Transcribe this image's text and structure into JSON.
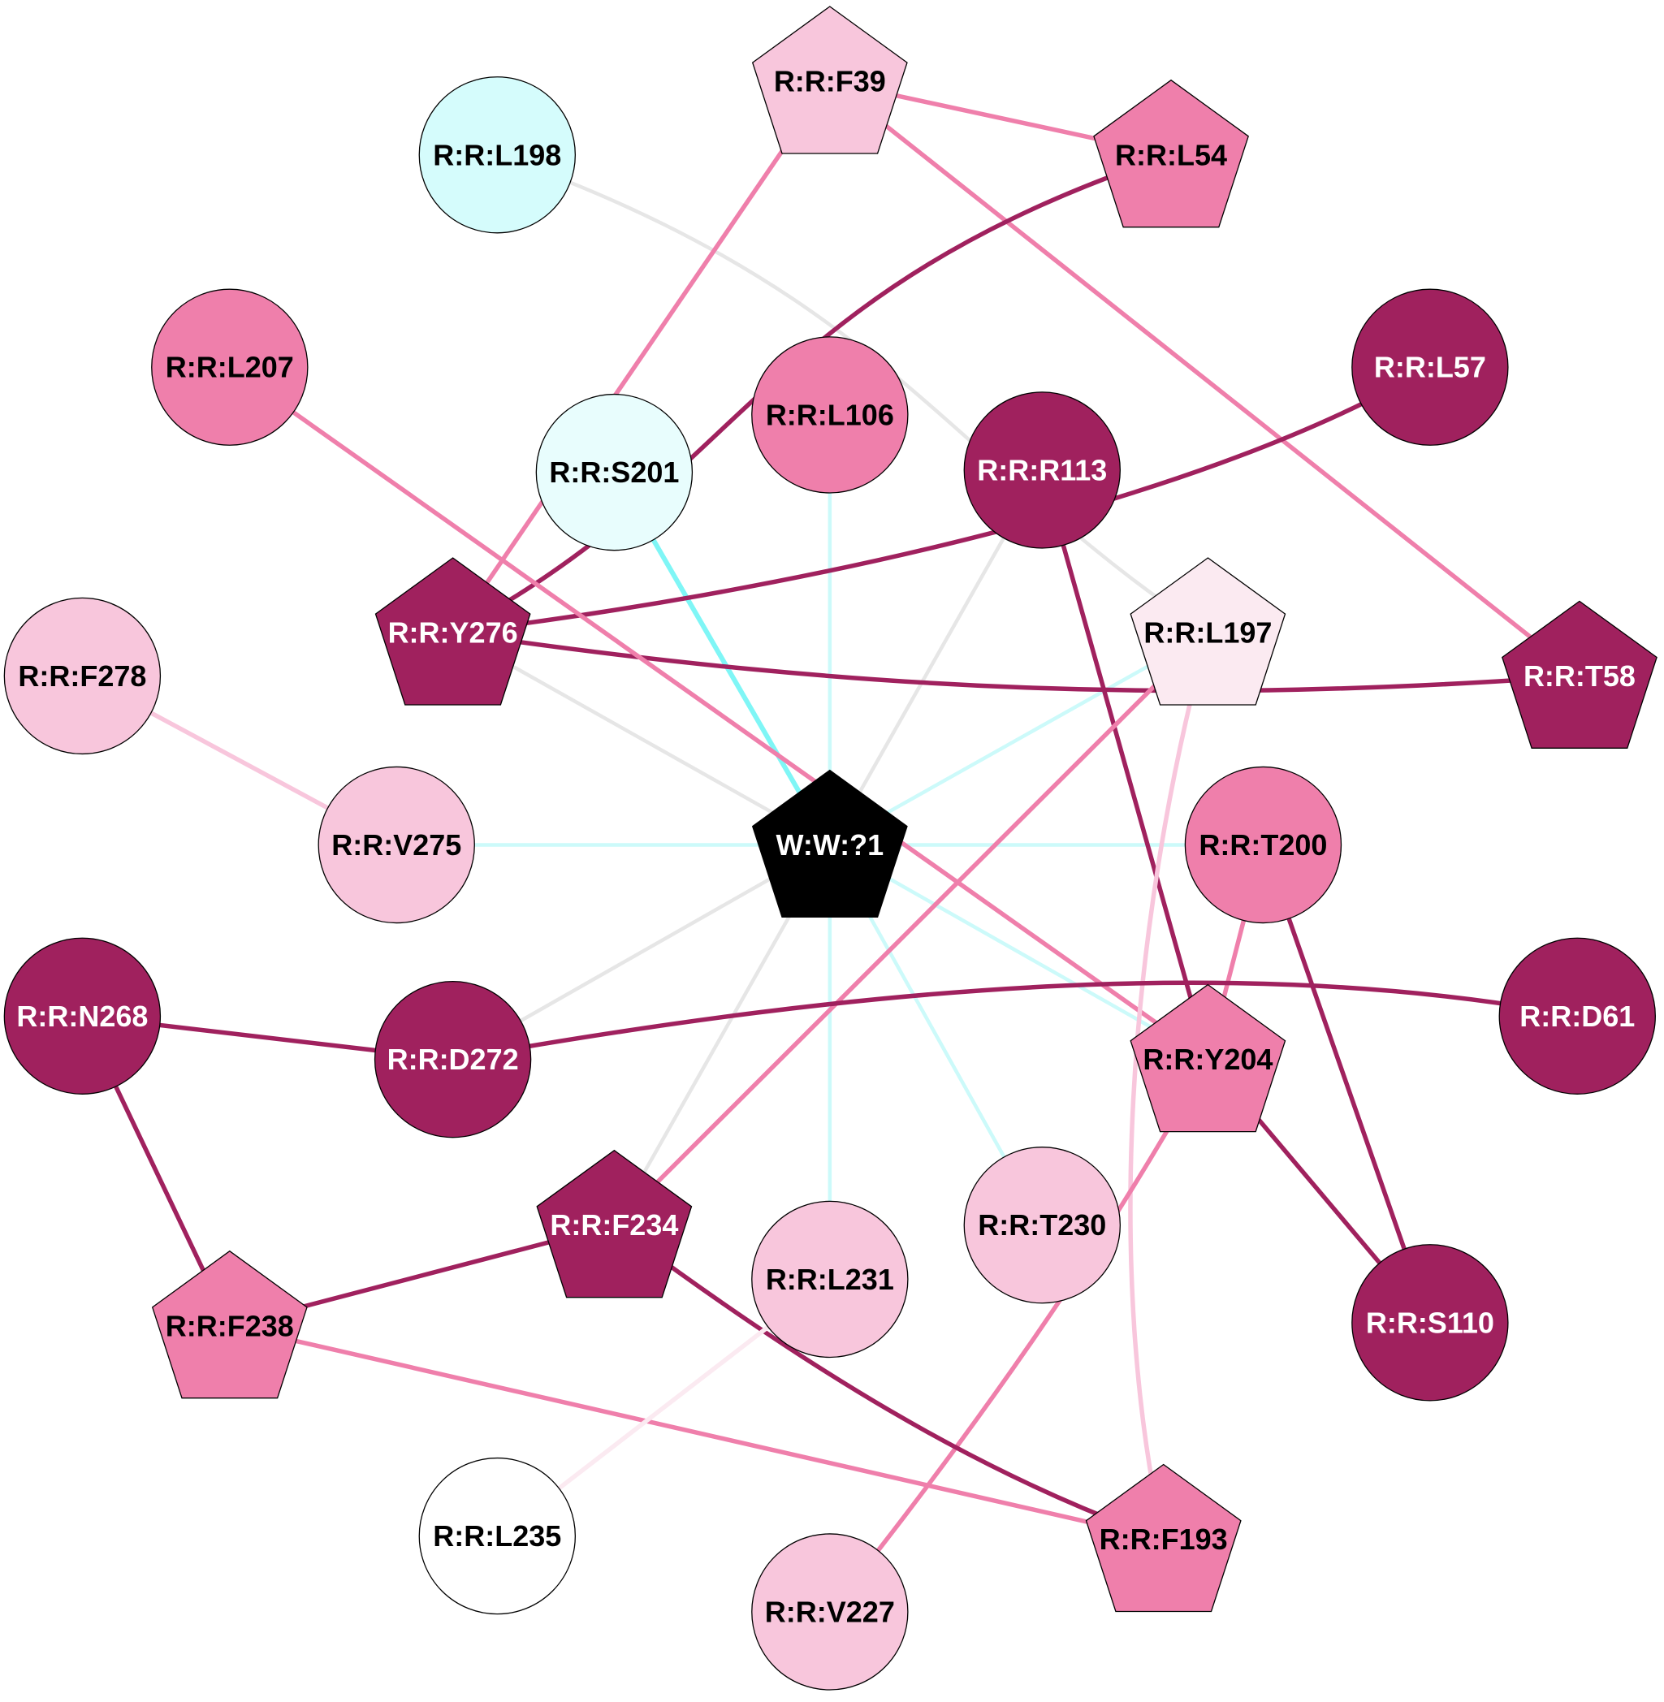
{
  "colors": {
    "dark": "#a0215e",
    "medium": "#ef7fab",
    "light": "#f8c6dc",
    "pale": "#fbeaf1",
    "white": "#ffffff",
    "cyan": "#d5fcfc",
    "cyan_light": "#e8fdfd",
    "black": "#000000",
    "edge_gray": "#e6e6e6",
    "edge_cyan": "#7ff6f6",
    "edge_cyan_light": "#ccfafa"
  },
  "nodes": [
    {
      "id": "W1",
      "label": "W:W:?1",
      "shape": "pentagon",
      "color": "black"
    },
    {
      "id": "F39",
      "label": "R:R:F39",
      "shape": "pentagon",
      "color": "light"
    },
    {
      "id": "L54",
      "label": "R:R:L54",
      "shape": "pentagon",
      "color": "medium"
    },
    {
      "id": "L198",
      "label": "R:R:L198",
      "shape": "circle",
      "color": "cyan"
    },
    {
      "id": "L207",
      "label": "R:R:L207",
      "shape": "circle",
      "color": "medium"
    },
    {
      "id": "L57",
      "label": "R:R:L57",
      "shape": "circle",
      "color": "dark"
    },
    {
      "id": "S201",
      "label": "R:R:S201",
      "shape": "circle",
      "color": "cyan_light"
    },
    {
      "id": "L106",
      "label": "R:R:L106",
      "shape": "circle",
      "color": "medium"
    },
    {
      "id": "R113",
      "label": "R:R:R113",
      "shape": "circle",
      "color": "dark"
    },
    {
      "id": "Y276",
      "label": "R:R:Y276",
      "shape": "pentagon",
      "color": "dark"
    },
    {
      "id": "L197",
      "label": "R:R:L197",
      "shape": "pentagon",
      "color": "pale"
    },
    {
      "id": "T58",
      "label": "R:R:T58",
      "shape": "pentagon",
      "color": "dark"
    },
    {
      "id": "F278",
      "label": "R:R:F278",
      "shape": "circle",
      "color": "light"
    },
    {
      "id": "V275",
      "label": "R:R:V275",
      "shape": "circle",
      "color": "light"
    },
    {
      "id": "T200",
      "label": "R:R:T200",
      "shape": "circle",
      "color": "medium"
    },
    {
      "id": "N268",
      "label": "R:R:N268",
      "shape": "circle",
      "color": "dark"
    },
    {
      "id": "D272",
      "label": "R:R:D272",
      "shape": "circle",
      "color": "dark"
    },
    {
      "id": "Y204",
      "label": "R:R:Y204",
      "shape": "pentagon",
      "color": "medium"
    },
    {
      "id": "D61",
      "label": "R:R:D61",
      "shape": "circle",
      "color": "dark"
    },
    {
      "id": "F234",
      "label": "R:R:F234",
      "shape": "pentagon",
      "color": "dark"
    },
    {
      "id": "T230",
      "label": "R:R:T230",
      "shape": "circle",
      "color": "light"
    },
    {
      "id": "L231",
      "label": "R:R:L231",
      "shape": "circle",
      "color": "light"
    },
    {
      "id": "S110",
      "label": "R:R:S110",
      "shape": "circle",
      "color": "dark"
    },
    {
      "id": "F238",
      "label": "R:R:F238",
      "shape": "pentagon",
      "color": "medium"
    },
    {
      "id": "L235",
      "label": "R:R:L235",
      "shape": "circle",
      "color": "white"
    },
    {
      "id": "F193",
      "label": "R:R:F193",
      "shape": "pentagon",
      "color": "medium"
    },
    {
      "id": "V227",
      "label": "R:R:V227",
      "shape": "circle",
      "color": "light"
    }
  ],
  "edges": [
    {
      "source": "W1",
      "target": "S201",
      "color": "edge_cyan"
    },
    {
      "source": "W1",
      "target": "L106",
      "color": "edge_cyan_light"
    },
    {
      "source": "W1",
      "target": "L197",
      "color": "edge_cyan_light"
    },
    {
      "source": "W1",
      "target": "T200",
      "color": "edge_cyan_light"
    },
    {
      "source": "W1",
      "target": "Y204",
      "color": "edge_cyan_light"
    },
    {
      "source": "W1",
      "target": "T230",
      "color": "edge_cyan_light"
    },
    {
      "source": "W1",
      "target": "L231",
      "color": "edge_cyan_light"
    },
    {
      "source": "W1",
      "target": "V275",
      "color": "edge_cyan_light"
    },
    {
      "source": "W1",
      "target": "Y276",
      "color": "edge_gray"
    },
    {
      "source": "W1",
      "target": "R113",
      "color": "edge_gray"
    },
    {
      "source": "W1",
      "target": "D272",
      "color": "edge_gray"
    },
    {
      "source": "W1",
      "target": "F234",
      "color": "edge_gray"
    },
    {
      "source": "L198",
      "target": "L197",
      "color": "edge_gray"
    },
    {
      "source": "F39",
      "target": "L54",
      "color": "medium"
    },
    {
      "source": "F39",
      "target": "Y276",
      "color": "medium"
    },
    {
      "source": "F39",
      "target": "T58",
      "color": "medium"
    },
    {
      "source": "L54",
      "target": "Y276",
      "color": "dark"
    },
    {
      "source": "L57",
      "target": "Y276",
      "color": "dark"
    },
    {
      "source": "Y276",
      "target": "T58",
      "color": "dark"
    },
    {
      "source": "L207",
      "target": "Y204",
      "color": "medium"
    },
    {
      "source": "R113",
      "target": "Y204",
      "color": "dark"
    },
    {
      "source": "L197",
      "target": "F234",
      "color": "medium"
    },
    {
      "source": "L197",
      "target": "F193",
      "color": "light"
    },
    {
      "source": "F278",
      "target": "V275",
      "color": "light"
    },
    {
      "source": "T200",
      "target": "Y204",
      "color": "medium"
    },
    {
      "source": "T200",
      "target": "S110",
      "color": "dark"
    },
    {
      "source": "Y204",
      "target": "S110",
      "color": "dark"
    },
    {
      "source": "Y204",
      "target": "V227",
      "color": "medium"
    },
    {
      "source": "N268",
      "target": "D272",
      "color": "dark"
    },
    {
      "source": "N268",
      "target": "F238",
      "color": "dark"
    },
    {
      "source": "D272",
      "target": "D61",
      "color": "dark"
    },
    {
      "source": "F234",
      "target": "F238",
      "color": "dark"
    },
    {
      "source": "F234",
      "target": "F193",
      "color": "dark"
    },
    {
      "source": "F238",
      "target": "F193",
      "color": "medium"
    },
    {
      "source": "L231",
      "target": "L235",
      "color": "pale"
    }
  ]
}
